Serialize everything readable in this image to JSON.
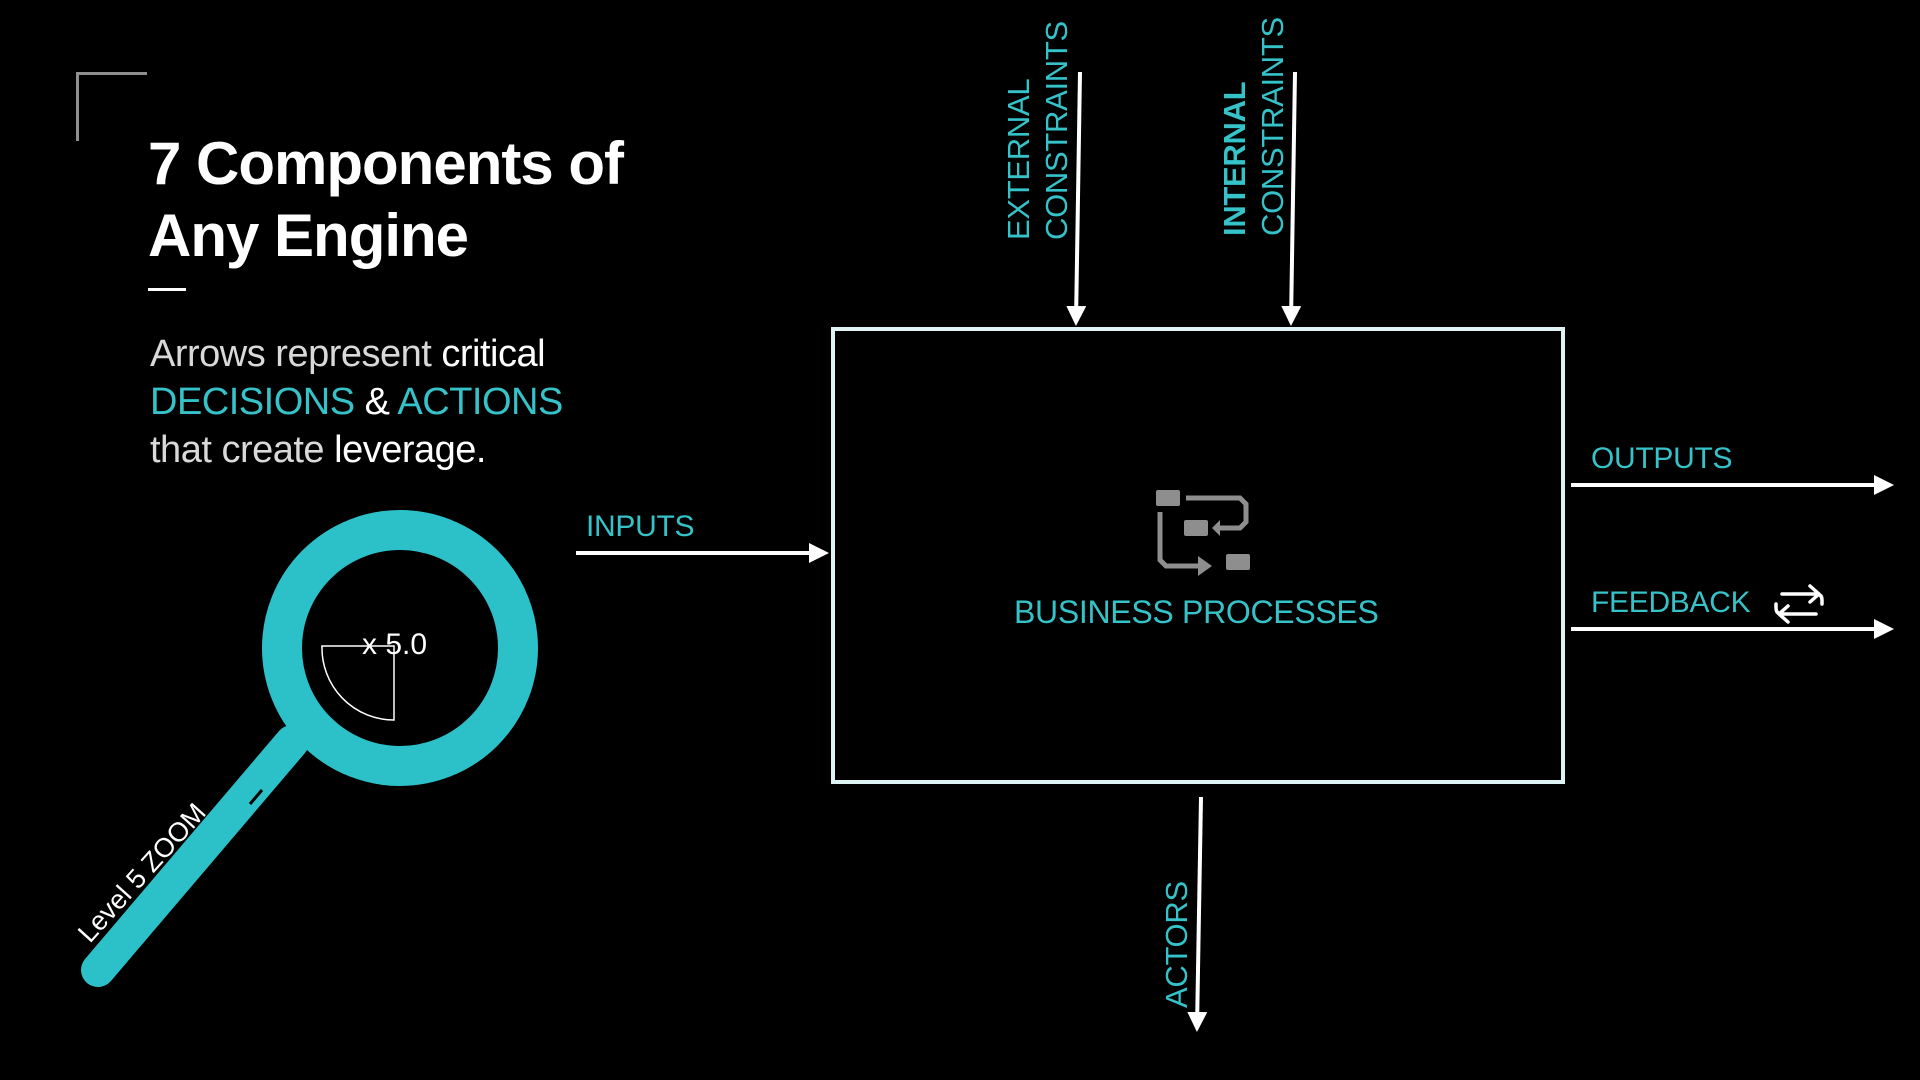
{
  "heading": {
    "title_line1": "7 Components of",
    "title_line2": "Any Engine"
  },
  "subtitle": {
    "part1": "Arrows represent ",
    "part2": "critical",
    "part3": "DECISIONS",
    "part4": " & ",
    "part5": "ACTIONS",
    "part6": "that create ",
    "part7": "leverage."
  },
  "magnifier": {
    "value_label": "x 5.0",
    "level_label": "Level 5 ZOOM"
  },
  "diagram": {
    "center_label": "BUSINESS PROCESSES",
    "center_icon": "process-flow-icon",
    "inputs": "INPUTS",
    "outputs": "OUTPUTS",
    "feedback": "FEEDBACK",
    "feedback_icon": "repeat-icon",
    "actors": "ACTORS",
    "external_line1": "EXTERNAL",
    "external_line2": "CONSTRAINTS",
    "internal_line1": "INTERNAL",
    "internal_line2": "CONSTRAINTS"
  },
  "colors": {
    "accent": "#35c2c8",
    "background": "#000000",
    "box_border": "#dff3f4"
  }
}
